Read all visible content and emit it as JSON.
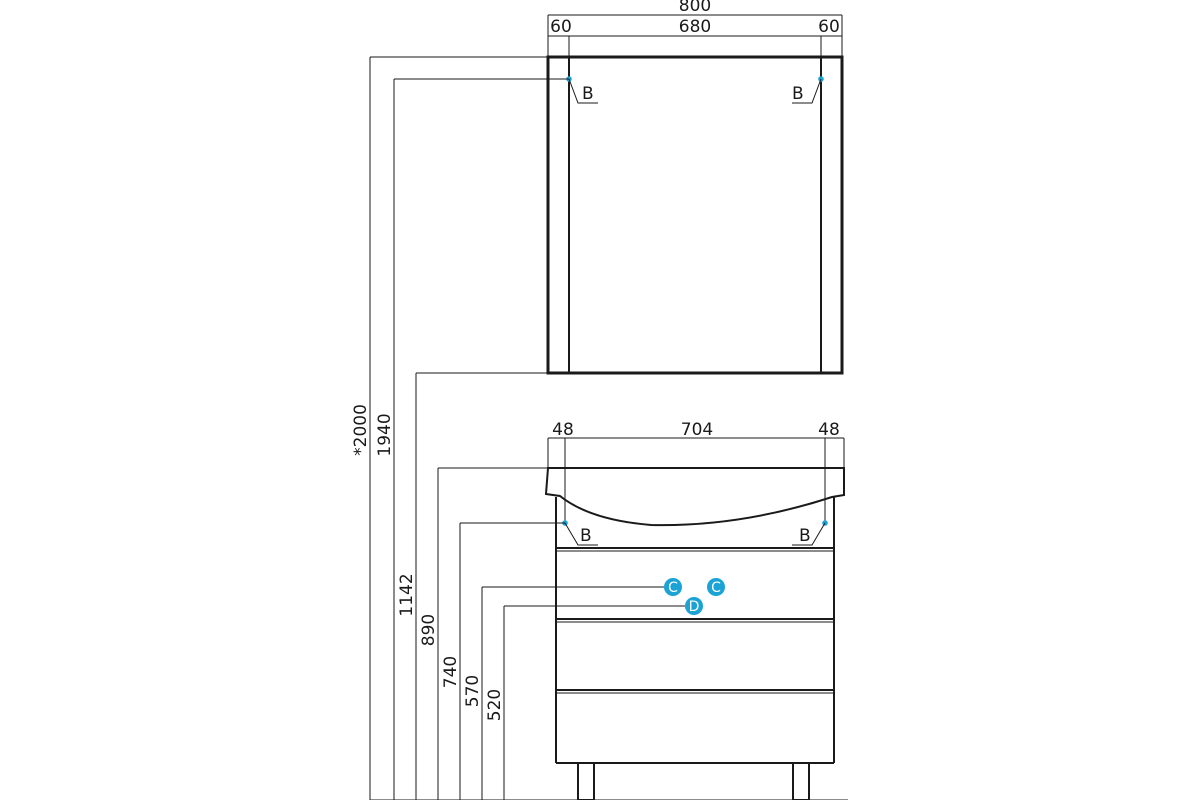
{
  "colors": {
    "line": "#1a1a1a",
    "marker": "#1aa3d4",
    "background": "#ffffff"
  },
  "mirror": {
    "dims": {
      "total": "800",
      "left": "60",
      "center": "680",
      "right": "60"
    },
    "labels": {
      "left": "B",
      "right": "B"
    }
  },
  "vanity": {
    "dims": {
      "left": "48",
      "center": "704",
      "right": "48"
    },
    "labels": {
      "left": "B",
      "right": "B"
    },
    "connections": {
      "c1": "C",
      "c2": "C",
      "d": "D"
    }
  },
  "heights": {
    "total": "*2000",
    "mirror_points": "1940",
    "mirror_bottom": "1142",
    "basin_top": "890",
    "basin_points": "740",
    "supply": "570",
    "drain": "520"
  }
}
